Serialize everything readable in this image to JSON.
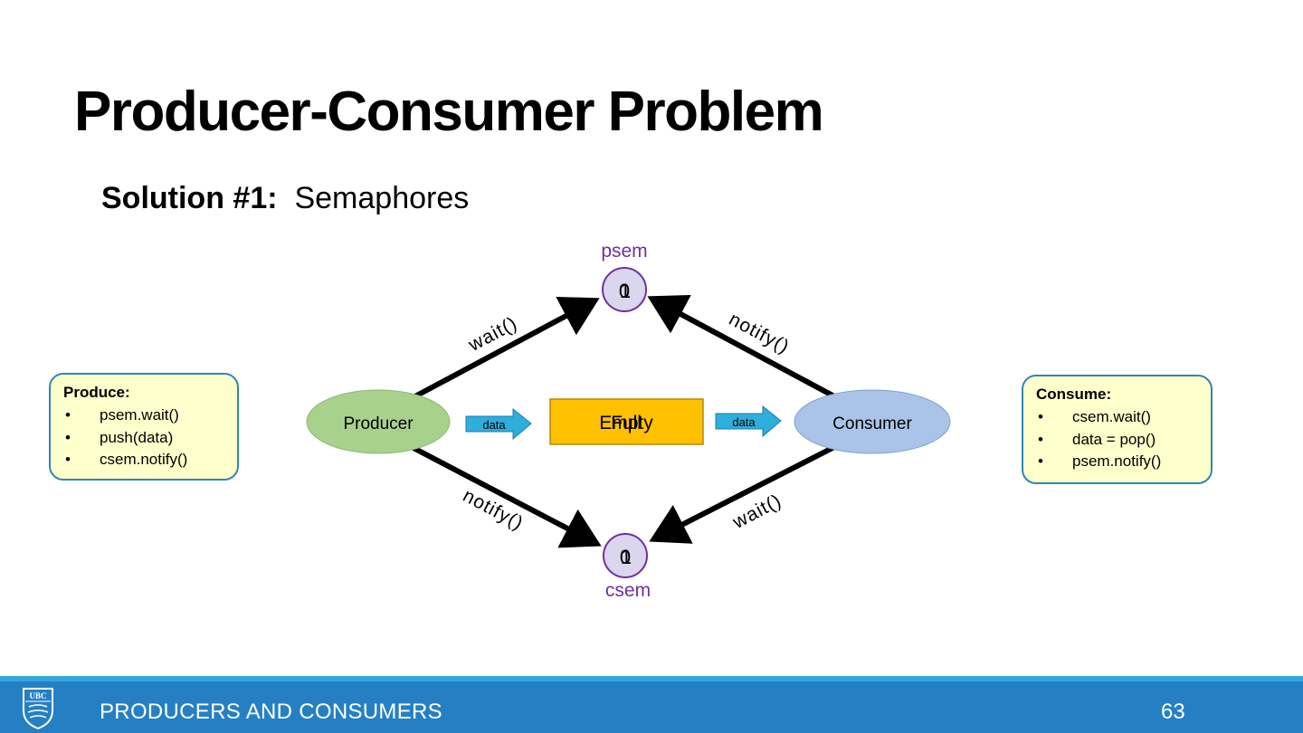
{
  "slide": {
    "title": "Producer-Consumer Problem",
    "subtitle_bold": "Solution #1:",
    "subtitle_rest": "Semaphores"
  },
  "diagram": {
    "producer_label": "Producer",
    "consumer_label": "Consumer",
    "buffer_text_a": "Empty",
    "buffer_text_b": "Full",
    "data_left": "data",
    "data_right": "data",
    "psem_label": "psem",
    "psem_value_a": "0",
    "psem_value_b": "1",
    "csem_label": "csem",
    "csem_value_a": "0",
    "csem_value_b": "1",
    "edge_wait_top": "wait()",
    "edge_notify_top": "notify()",
    "edge_notify_bottom": "notify()",
    "edge_wait_bottom": "wait()"
  },
  "produce_box": {
    "heading": "Produce:",
    "items": [
      "psem.wait()",
      "push(data)",
      "csem.notify()"
    ]
  },
  "consume_box": {
    "heading": "Consume:",
    "items": [
      "csem.wait()",
      "data = pop()",
      "psem.notify()"
    ]
  },
  "footer": {
    "logo_text": "UBC",
    "section": "PRODUCERS AND CONSUMERS",
    "page": "63"
  },
  "colors": {
    "producer_fill": "#a9d18e",
    "consumer_fill": "#a9c4e8",
    "buffer_fill": "#ffc000",
    "data_arrow": "#2eaedb",
    "semaphore_purple": "#7030a0",
    "semaphore_fill": "#d9d6ee",
    "code_box_fill": "#ffffcc",
    "footer_blue": "#2580c3"
  }
}
